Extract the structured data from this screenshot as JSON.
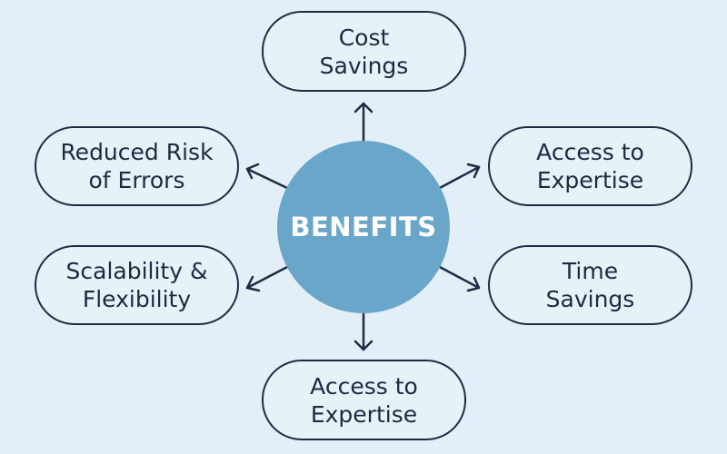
{
  "colors": {
    "background": "#e3eff7",
    "hub": "#6aa6c9",
    "outline": "#1d2c44",
    "text": "#1c2a42"
  },
  "center": {
    "label": "BENEFITS"
  },
  "nodes": {
    "top": {
      "label": "Cost\nSavings"
    },
    "upper_left": {
      "label": "Reduced Risk\nof Errors"
    },
    "upper_right": {
      "label": "Access to\nExpertise"
    },
    "lower_left": {
      "label": "Scalability &\nFlexibility"
    },
    "lower_right": {
      "label": "Time\nSavings"
    },
    "bottom": {
      "label": "Access to\nExpertise"
    }
  }
}
